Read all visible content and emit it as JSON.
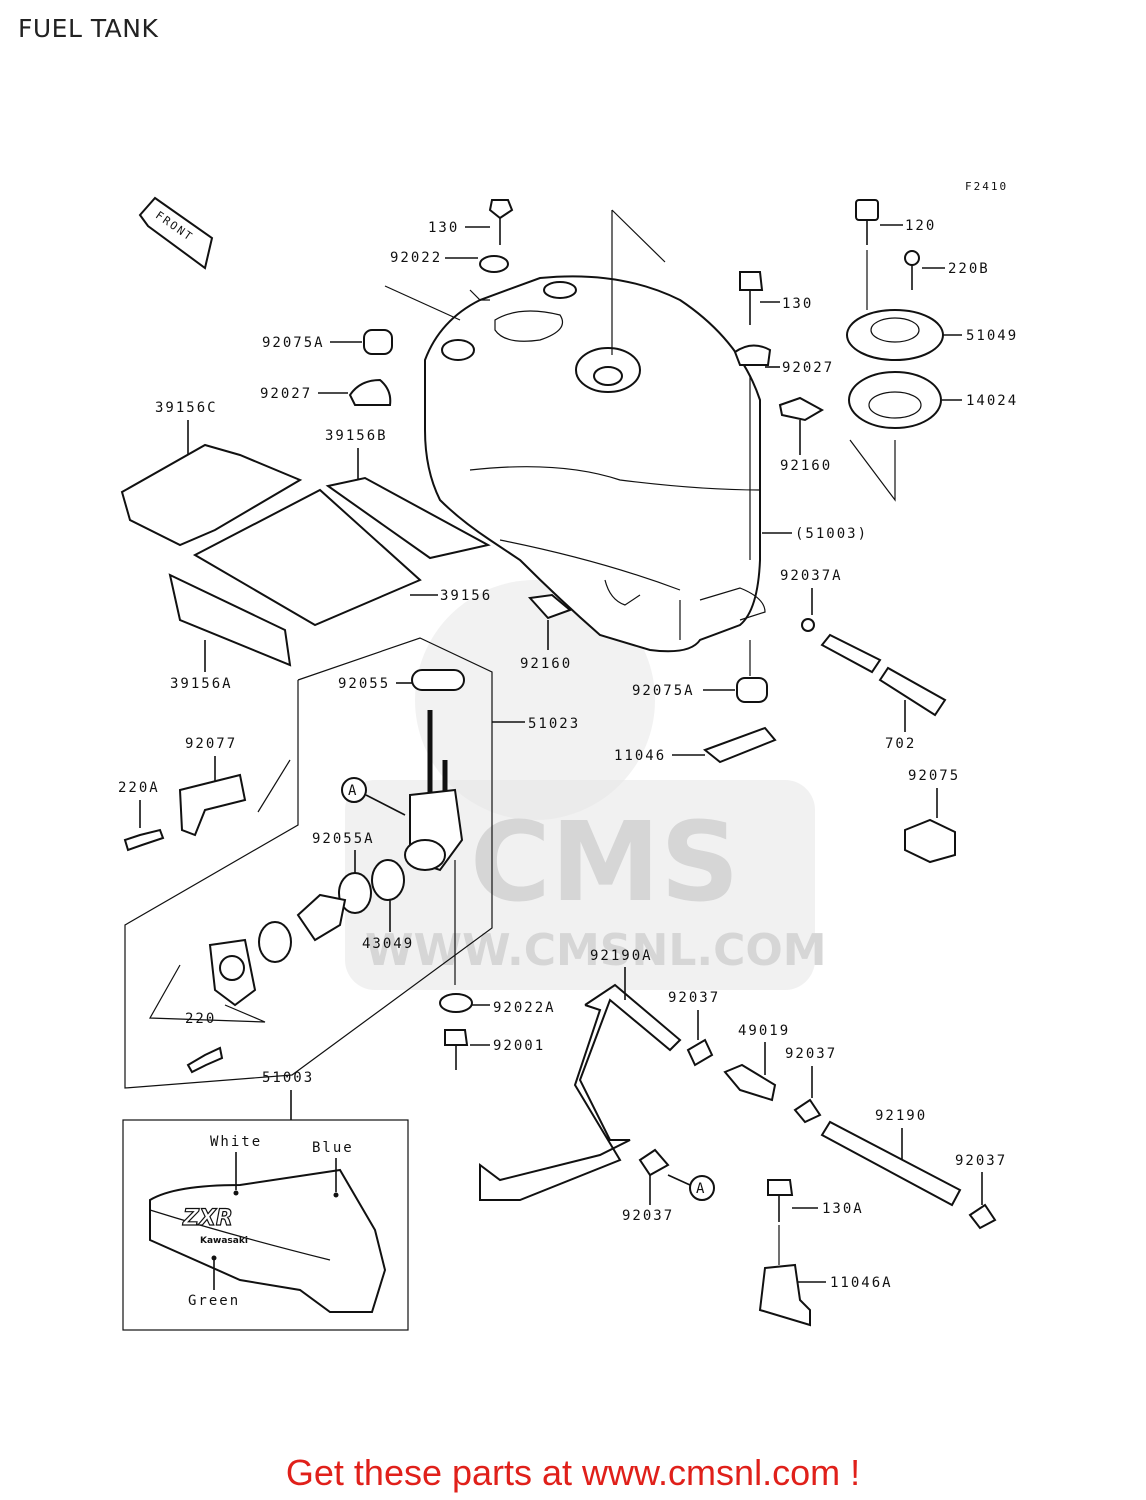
{
  "title": "FUEL TANK",
  "figure_code": "F2410",
  "front_label": "FRONT",
  "watermark": {
    "brand": "CMS",
    "url": "WWW.CMSNL.COM"
  },
  "parts": {
    "p130": "130",
    "p92022": "92022",
    "p92075A_top": "92075A",
    "p92027_left": "92027",
    "p39156C": "39156C",
    "p39156B": "39156B",
    "p39156": "39156",
    "p39156A": "39156A",
    "p130_b": "130",
    "p92027_right": "92027",
    "p120": "120",
    "p220B": "220B",
    "p51049": "51049",
    "p14024": "14024",
    "p92160_right": "92160",
    "p51003_paren": "(51003)",
    "p92037A": "92037A",
    "p92160_mid": "92160",
    "p92075A_mid": "92075A",
    "p702": "702",
    "p92075": "92075",
    "p11046": "11046",
    "p92055": "92055",
    "p51023": "51023",
    "p92077": "92077",
    "p220A": "220A",
    "pA1": "A",
    "p92055A": "92055A",
    "p43049": "43049",
    "p220": "220",
    "p92022A": "92022A",
    "p92001": "92001",
    "p92190A": "92190A",
    "p92037_a": "92037",
    "p49019": "49019",
    "p92037_b": "92037",
    "p92190": "92190",
    "p92037_c": "92037",
    "p92037_d": "92037",
    "pA2": "A",
    "p130A": "130A",
    "p11046A": "11046A",
    "p51003": "51003"
  },
  "decal": {
    "white": "White",
    "blue": "Blue",
    "green": "Green",
    "logo": "ZXR",
    "brand": "Kawasaki"
  },
  "footer_text": "Get these parts at www.cmsnl.com !",
  "colors": {
    "footer": "#e0201a",
    "line": "#111111",
    "watermark": "#d6d6d6"
  }
}
